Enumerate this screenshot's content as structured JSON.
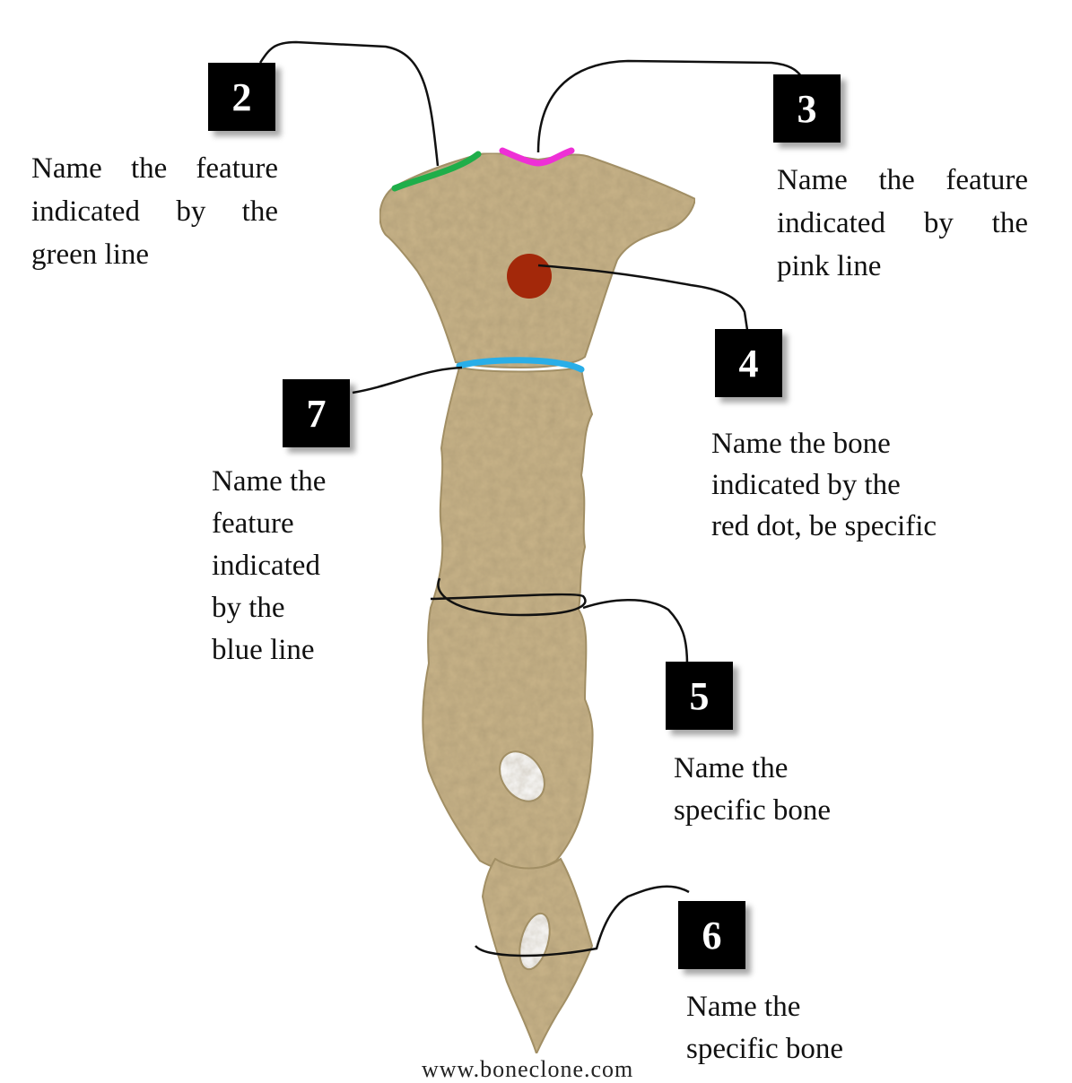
{
  "callouts": [
    {
      "number": "2",
      "lines": [
        "Name the feature",
        "indicated by the",
        "green line"
      ]
    },
    {
      "number": "3",
      "lines": [
        "Name the feature",
        "indicated by the",
        "pink line"
      ]
    },
    {
      "number": "4",
      "lines": [
        "Name the bone",
        "indicated by the",
        "red dot, be specific"
      ]
    },
    {
      "number": "5",
      "lines": [
        "Name the",
        "specific bone"
      ]
    },
    {
      "number": "6",
      "lines": [
        "Name the",
        "specific bone"
      ]
    },
    {
      "number": "7",
      "lines": [
        "Name the",
        "feature",
        "indicated",
        "by the",
        "blue line"
      ]
    }
  ],
  "watermark": "www.boneclone.com",
  "colors": {
    "green_line": "#1fae4a",
    "pink_line": "#ee2fd6",
    "blue_line": "#29aee8",
    "red_dot": "#a3280a",
    "bone": "#c9b489",
    "bone_dark": "#a38f63",
    "leader": "#111111",
    "box": "#000000"
  }
}
